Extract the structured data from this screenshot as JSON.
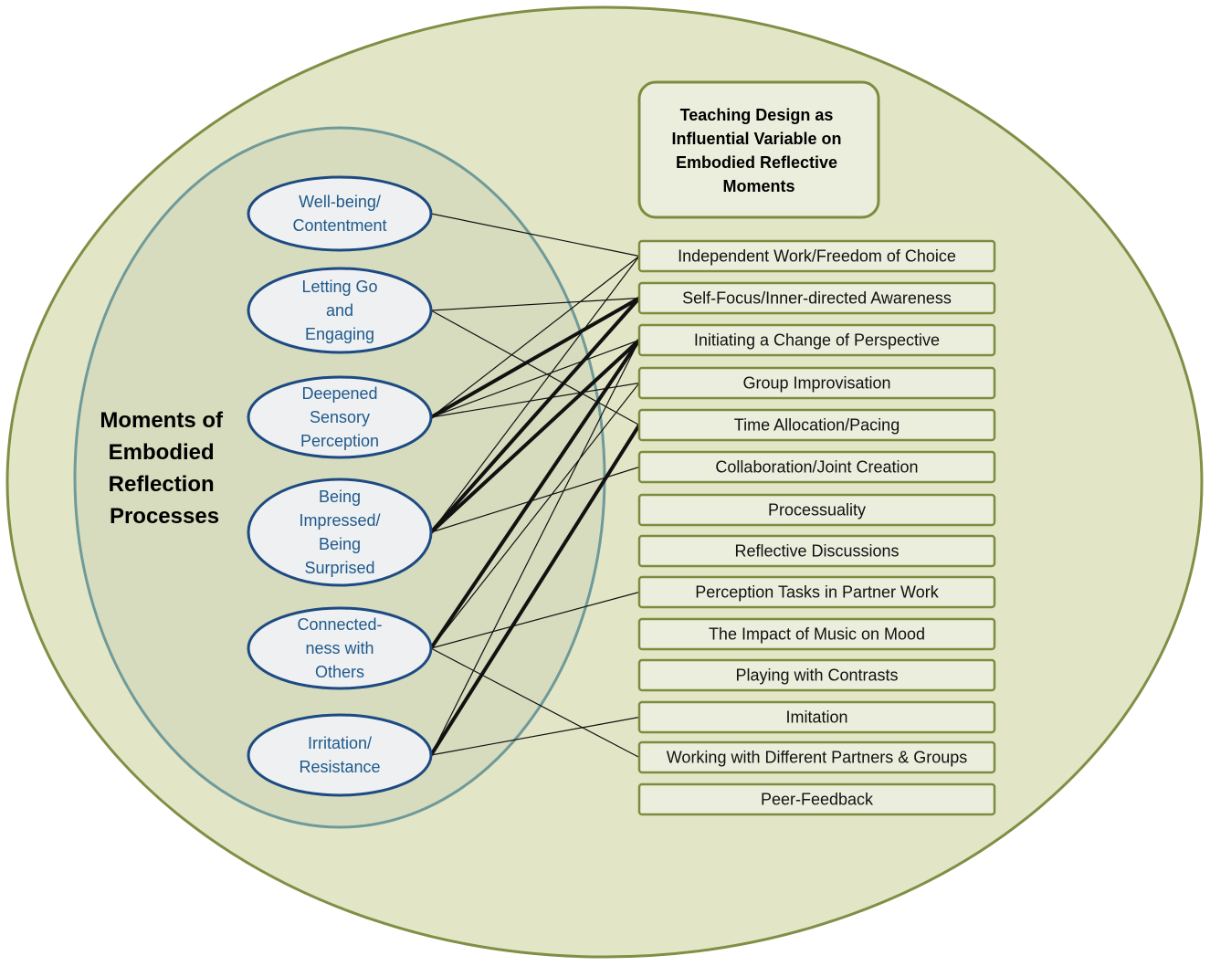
{
  "colors": {
    "outer_fill": "#e3e6c6",
    "outer_stroke": "#7f8f45",
    "inner_fill": "#d6dcbd",
    "inner_stroke": "#6f9a9a",
    "oval_fill": "#eef0f2",
    "oval_stroke": "#1d4a83",
    "oval_text": "#1f5a8c",
    "box_fill": "#eceedd",
    "box_stroke": "#7c8c3e",
    "line": "#111111"
  },
  "left_group": {
    "title_lines": [
      "Moments of",
      "Embodied",
      "Reflection",
      "Processes"
    ]
  },
  "right_header": {
    "title_lines": [
      "Teaching Design as",
      "Influential Variable on",
      "Embodied Reflective",
      "Moments"
    ]
  },
  "processes": [
    {
      "id": "wellbeing",
      "lines": [
        "Well-being/",
        "Contentment"
      ]
    },
    {
      "id": "letting-go",
      "lines": [
        "Letting Go",
        "and",
        "Engaging"
      ]
    },
    {
      "id": "deepened",
      "lines": [
        "Deepened",
        "Sensory",
        "Perception"
      ]
    },
    {
      "id": "impressed",
      "lines": [
        "Being",
        "Impressed/",
        "Being",
        "Surprised"
      ]
    },
    {
      "id": "connectedness",
      "lines": [
        "Connected-",
        "ness with",
        "Others"
      ]
    },
    {
      "id": "irritation",
      "lines": [
        "Irritation/",
        "Resistance"
      ]
    }
  ],
  "variables": [
    "Independent Work/Freedom of Choice",
    "Self-Focus/Inner-directed Awareness",
    "Initiating a Change of Perspective",
    "Group Improvisation",
    "Time Allocation/Pacing",
    "Collaboration/Joint Creation",
    "Processuality",
    "Reflective Discussions",
    "Perception Tasks in Partner Work",
    "The Impact of Music on Mood",
    "Playing with Contrasts",
    "Imitation",
    "Working with Different Partners & Groups",
    "Peer-Feedback"
  ],
  "connections": [
    {
      "from": 0,
      "to": 0,
      "weight": "thin"
    },
    {
      "from": 1,
      "to": 1,
      "weight": "thin"
    },
    {
      "from": 1,
      "to": 4,
      "weight": "thin"
    },
    {
      "from": 2,
      "to": 0,
      "weight": "thin"
    },
    {
      "from": 2,
      "to": 1,
      "weight": "thick"
    },
    {
      "from": 2,
      "to": 2,
      "weight": "thin"
    },
    {
      "from": 2,
      "to": 3,
      "weight": "thin"
    },
    {
      "from": 3,
      "to": 1,
      "weight": "thick"
    },
    {
      "from": 3,
      "to": 2,
      "weight": "thick"
    },
    {
      "from": 3,
      "to": 0,
      "weight": "thin"
    },
    {
      "from": 3,
      "to": 5,
      "weight": "thin"
    },
    {
      "from": 4,
      "to": 2,
      "weight": "thick"
    },
    {
      "from": 4,
      "to": 3,
      "weight": "thin"
    },
    {
      "from": 4,
      "to": 8,
      "weight": "thin"
    },
    {
      "from": 4,
      "to": 12,
      "weight": "thin"
    },
    {
      "from": 5,
      "to": 4,
      "weight": "thick"
    },
    {
      "from": 5,
      "to": 11,
      "weight": "thin"
    },
    {
      "from": 5,
      "to": 2,
      "weight": "thin"
    }
  ]
}
